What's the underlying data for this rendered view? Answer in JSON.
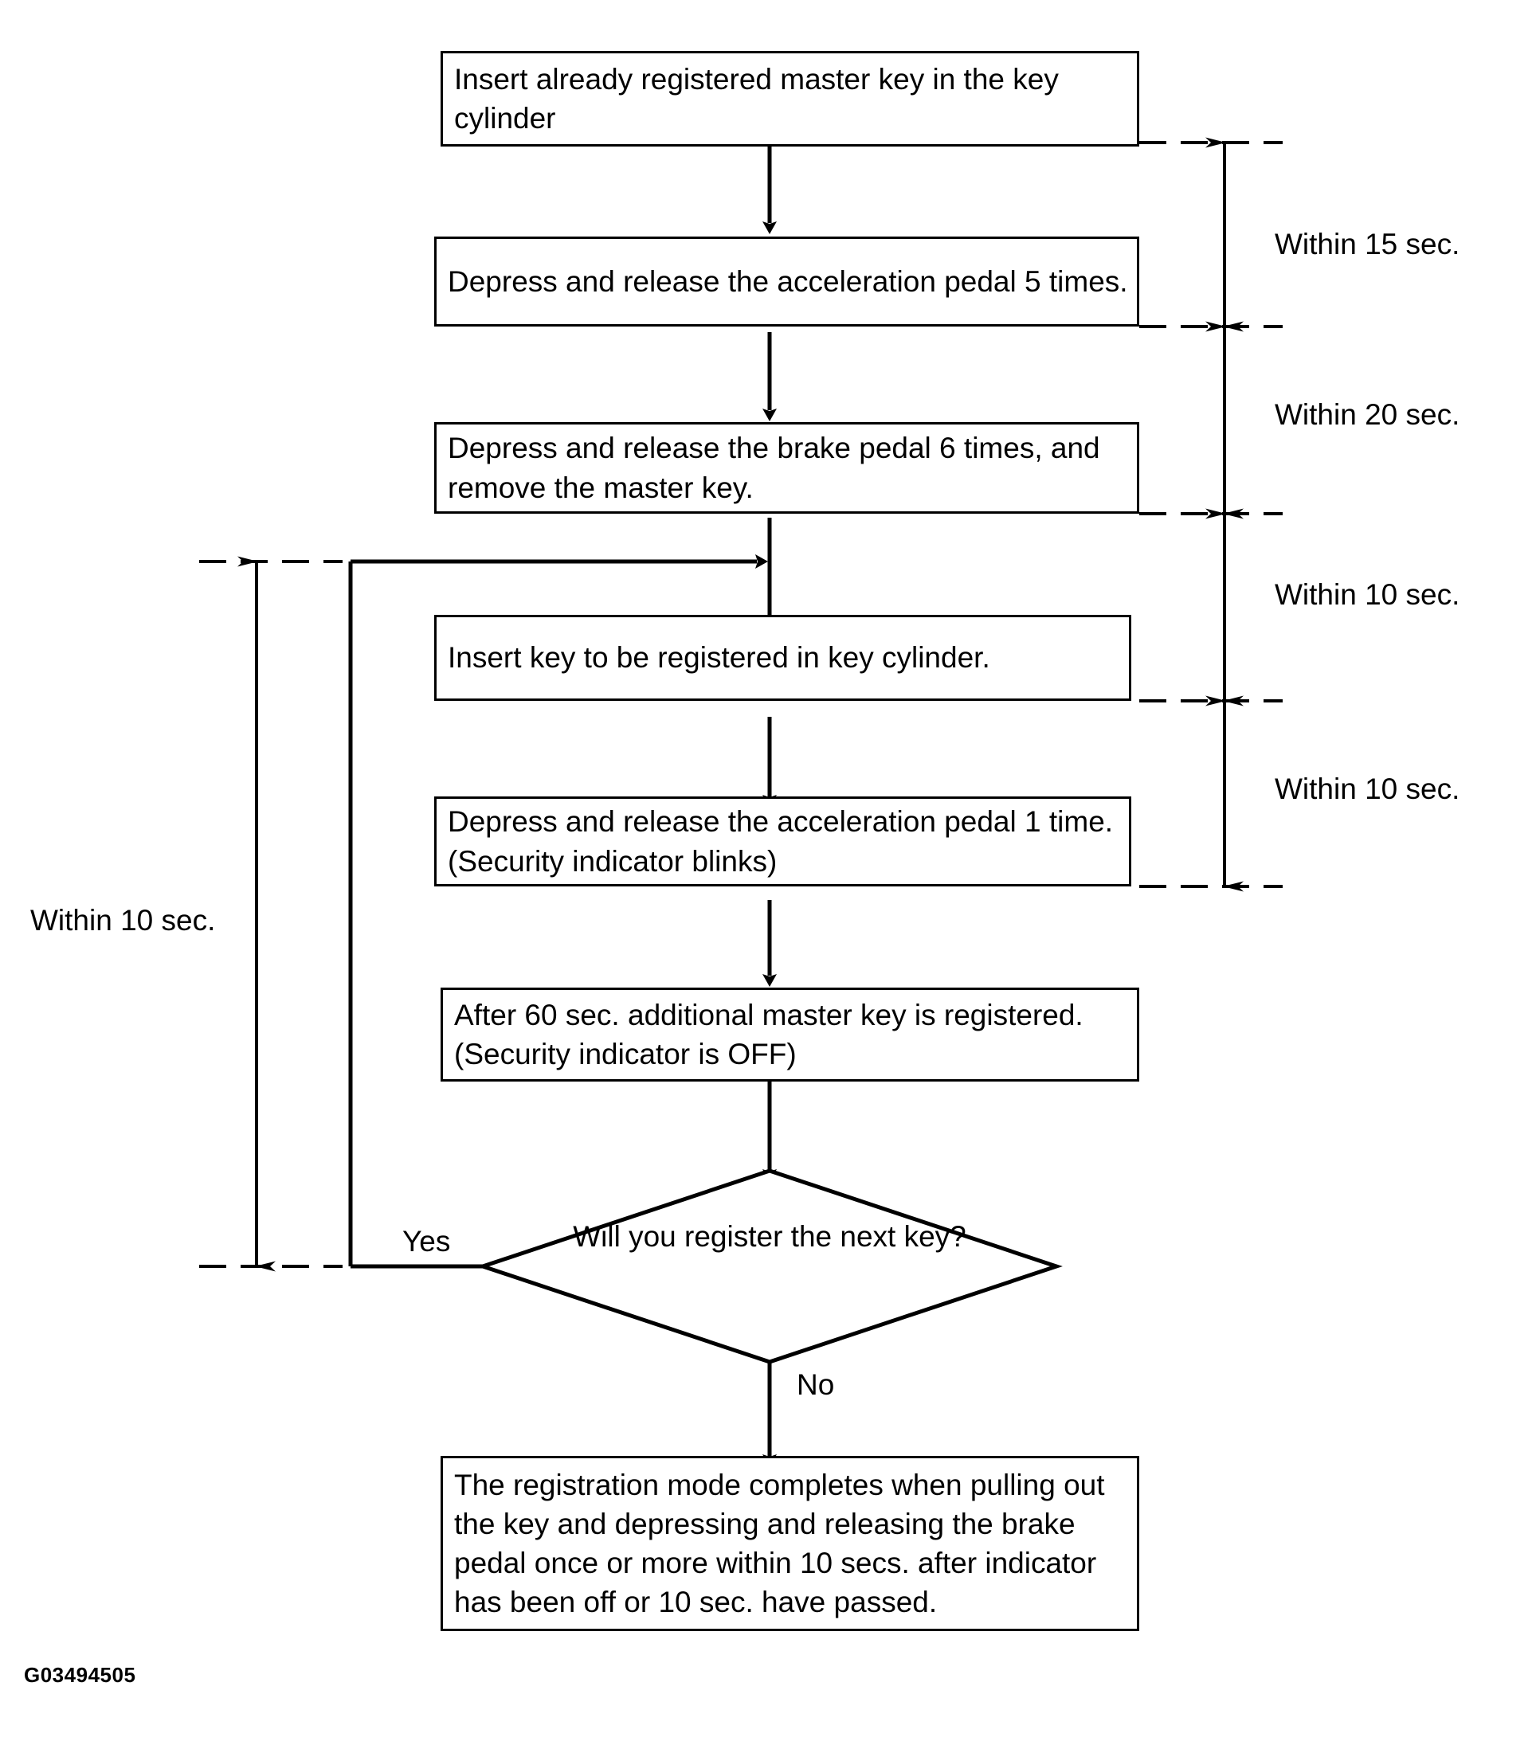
{
  "diagram": {
    "id_code": "G03494505",
    "title": "Additional master key registration procedure flowchart",
    "steps": [
      {
        "id": "step1",
        "text": "Insert already registered master key in the key cylinder"
      },
      {
        "id": "step2",
        "text": "Depress and release the acceleration pedal 5 times."
      },
      {
        "id": "step3",
        "text": "Depress and release the brake pedal 6 times, and remove the master key."
      },
      {
        "id": "step4",
        "text": "Insert key to be registered in key cylinder."
      },
      {
        "id": "step5",
        "text": "Depress and release the acceleration pedal 1 time. (Security indicator blinks)"
      },
      {
        "id": "step6",
        "text": "After 60 sec. additional master key is registered. (Security indicator is OFF)"
      },
      {
        "id": "end",
        "text": "The registration mode completes when pulling out the key and depressing and releasing the brake pedal once or more within 10 secs. after indicator has been off or 10 sec. have passed."
      }
    ],
    "decision": {
      "id": "decision",
      "text": "Will you register the next key?"
    },
    "branch_labels": {
      "yes": "Yes",
      "no": "No"
    },
    "timing_annotations": [
      {
        "id": "t15",
        "text": "Within 15 sec.",
        "side": "right"
      },
      {
        "id": "t20",
        "text": "Within 20 sec.",
        "side": "right"
      },
      {
        "id": "t10a",
        "text": "Within 10 sec.",
        "side": "right"
      },
      {
        "id": "t10b",
        "text": "Within 10 sec.",
        "side": "right"
      },
      {
        "id": "t10loop",
        "text": "Within 10 sec.",
        "side": "left"
      }
    ],
    "colors": {
      "line": "#000000",
      "background": "#ffffff",
      "text": "#000000"
    }
  }
}
